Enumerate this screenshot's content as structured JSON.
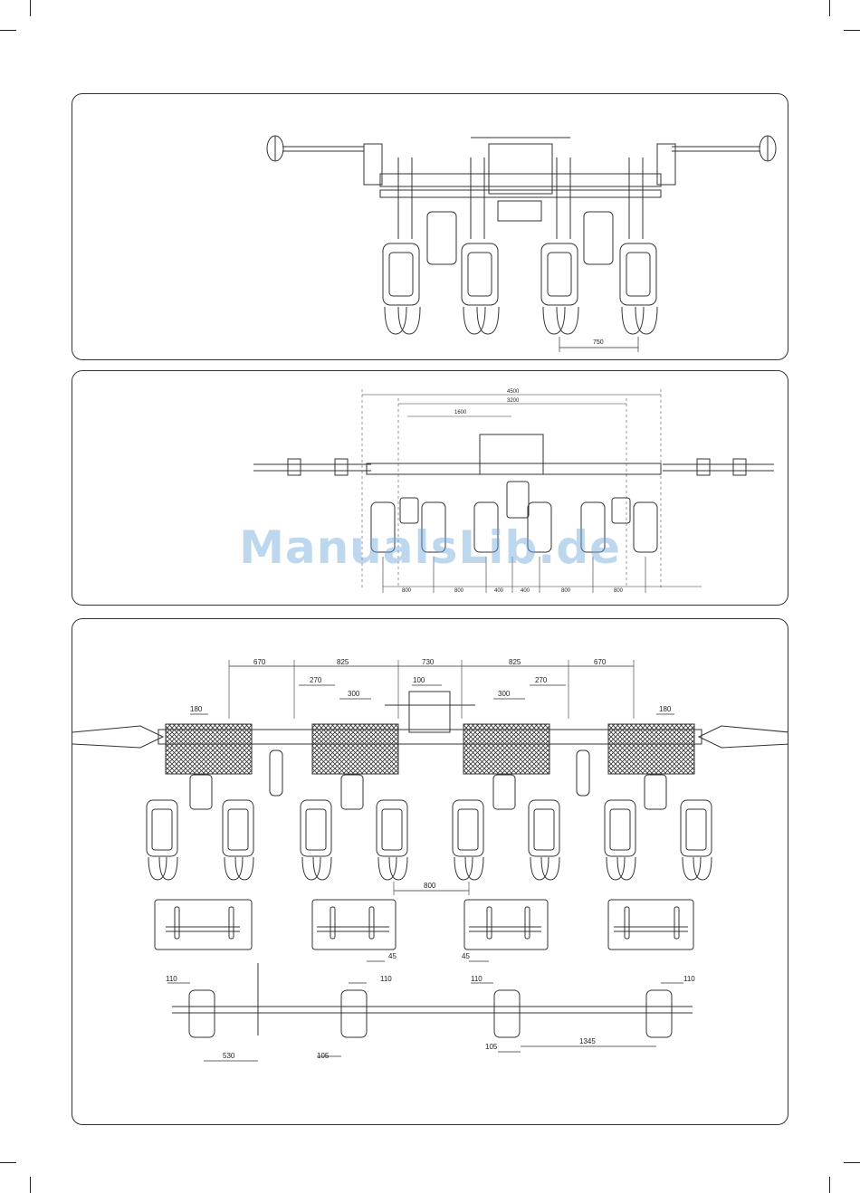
{
  "panels": [
    {
      "id": "top-view-4-row",
      "dims": [
        {
          "label": "750"
        }
      ]
    },
    {
      "id": "top-view-6-row",
      "overall": [
        {
          "label": "4500"
        },
        {
          "label": "3200"
        },
        {
          "label": "1600"
        }
      ],
      "bottom": [
        {
          "label": "800"
        },
        {
          "label": "800"
        },
        {
          "label": "400"
        },
        {
          "label": "400"
        },
        {
          "label": "800"
        },
        {
          "label": "800"
        }
      ]
    },
    {
      "id": "top-view-8-row",
      "top_dims": [
        {
          "label": "670"
        },
        {
          "label": "825"
        },
        {
          "label": "730"
        },
        {
          "label": "825"
        },
        {
          "label": "670"
        },
        {
          "label": "270"
        },
        {
          "label": "100"
        },
        {
          "label": "270"
        },
        {
          "label": "300"
        },
        {
          "label": "300"
        },
        {
          "label": "180"
        },
        {
          "label": "180"
        }
      ],
      "spacing": {
        "label": "800"
      },
      "bracket_dims": [
        {
          "label": "45"
        },
        {
          "label": "45"
        }
      ],
      "axle_dims": [
        {
          "label": "110"
        },
        {
          "label": "110"
        },
        {
          "label": "110"
        },
        {
          "label": "110"
        },
        {
          "label": "530"
        },
        {
          "label": "105"
        },
        {
          "label": "105"
        },
        {
          "label": "1345"
        }
      ]
    }
  ],
  "watermark": "ManualsLib.de"
}
